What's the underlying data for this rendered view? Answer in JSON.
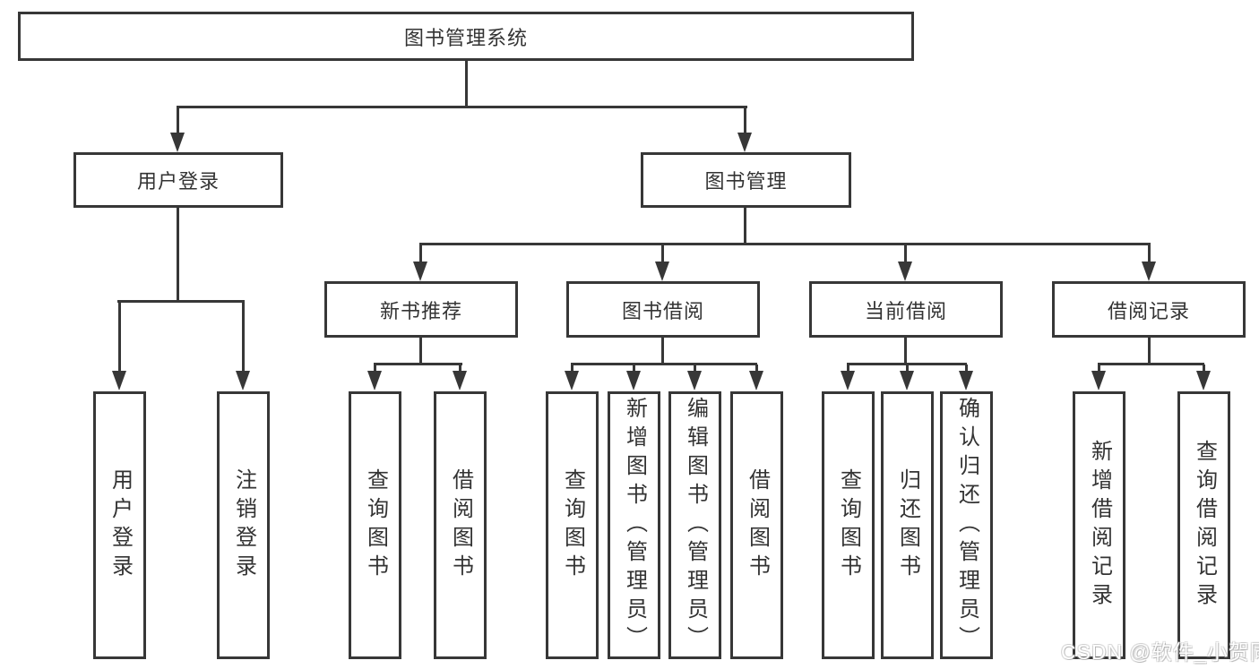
{
  "diagram": {
    "root": {
      "label": "图书管理系统"
    },
    "branches": [
      {
        "label": "用户登录",
        "children": [
          {
            "label": "用户登录"
          },
          {
            "label": "注销登录"
          }
        ]
      },
      {
        "label": "图书管理",
        "children": [
          {
            "label": "新书推荐",
            "children": [
              {
                "label": "查询图书"
              },
              {
                "label": "借阅图书"
              }
            ]
          },
          {
            "label": "图书借阅",
            "children": [
              {
                "label": "查询图书"
              },
              {
                "label": "新增图书（管理员）"
              },
              {
                "label": "编辑图书（管理员）"
              },
              {
                "label": "借阅图书"
              }
            ]
          },
          {
            "label": "当前借阅",
            "children": [
              {
                "label": "查询图书"
              },
              {
                "label": "归还图书"
              },
              {
                "label": "确认归还（管理员）"
              }
            ]
          },
          {
            "label": "借阅记录",
            "children": [
              {
                "label": "新增借阅记录"
              },
              {
                "label": "查询借阅记录"
              }
            ]
          }
        ]
      }
    ]
  },
  "watermark": {
    "text": "CSDN @软件_小贺同学"
  },
  "colors": {
    "line": "#373737",
    "text": "#333333",
    "background": "#ffffff",
    "watermark": "#ffffff"
  }
}
